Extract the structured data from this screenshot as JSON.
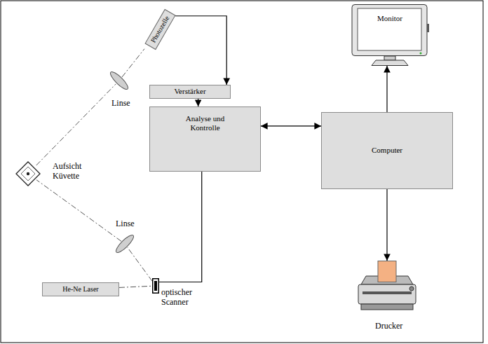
{
  "diagram": {
    "nodes": [
      {
        "text": [
          "Photozelle"
        ]
      },
      {
        "text": [
          "Linse"
        ]
      },
      {
        "text": [
          "Verstärker"
        ]
      },
      {
        "text": [
          "Analyse und Kontrolle"
        ]
      },
      {
        "text": [
          "Monitor"
        ]
      },
      {
        "text": [
          "Computer"
        ]
      },
      {
        "text": [
          "Aufsicht Küvette"
        ]
      },
      {
        "text": [
          "Linse"
        ]
      },
      {
        "text": [
          "He-Ne Laser"
        ]
      },
      {
        "text": [
          "optischer Scanner"
        ]
      },
      {
        "text": [
          "Drucker"
        ]
      }
    ],
    "edges": [
      {
        "from": 0,
        "to": 2,
        "arrow": "to"
      },
      {
        "from": 2,
        "to": 3,
        "arrow": "to"
      },
      {
        "from": 3,
        "to": 5,
        "arrow": "both"
      },
      {
        "from": 5,
        "to": 4,
        "arrow": "to"
      },
      {
        "from": 5,
        "to": 10,
        "arrow": "to"
      },
      {
        "from": 3,
        "to": 9,
        "arrow": "none"
      },
      {
        "from": 8,
        "to": 9,
        "arrow": "none"
      },
      {
        "from": 9,
        "to": 7,
        "arrow": "none"
      },
      {
        "from": 7,
        "to": 6,
        "arrow": "none"
      },
      {
        "from": 6,
        "to": 1,
        "arrow": "none"
      },
      {
        "from": 1,
        "to": 0,
        "arrow": "none"
      }
    ]
  }
}
